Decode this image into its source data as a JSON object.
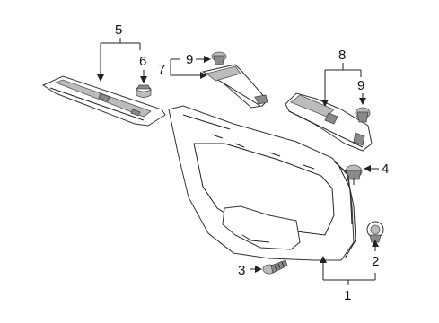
{
  "diagram": {
    "callouts": [
      {
        "id": "c1",
        "label": "1"
      },
      {
        "id": "c2",
        "label": "2"
      },
      {
        "id": "c3",
        "label": "3"
      },
      {
        "id": "c4",
        "label": "4"
      },
      {
        "id": "c5",
        "label": "5"
      },
      {
        "id": "c6",
        "label": "6"
      },
      {
        "id": "c7",
        "label": "7"
      },
      {
        "id": "c8",
        "label": "8"
      },
      {
        "id": "c9a",
        "label": "9"
      },
      {
        "id": "c9b",
        "label": "9"
      }
    ],
    "colors": {
      "ink": "#111111",
      "shade": "#bcbcbc",
      "dark": "#8a8a8a",
      "background": "#ffffff"
    }
  }
}
